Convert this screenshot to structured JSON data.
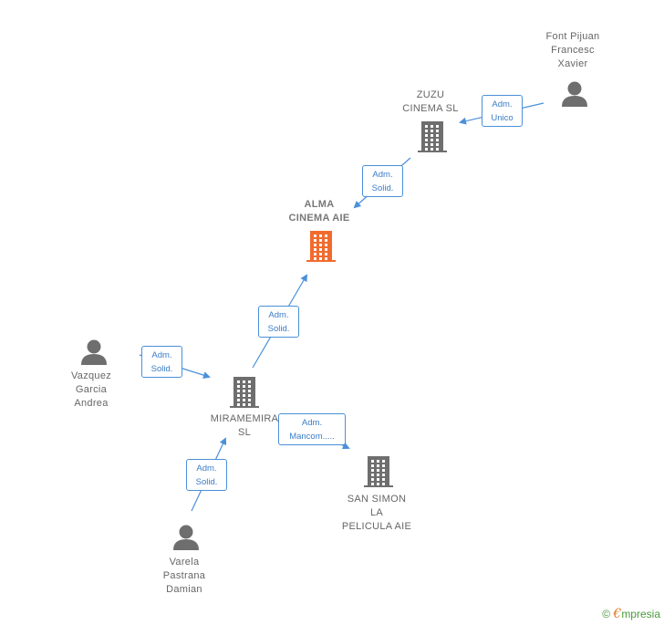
{
  "nodes": {
    "font_pijuan": {
      "type": "person",
      "label": "Font Pijuan\nFrancesc\nXavier"
    },
    "zuzu": {
      "type": "company",
      "label": "ZUZU\nCINEMA  SL"
    },
    "alma": {
      "type": "company",
      "label": "ALMA\nCINEMA AIE",
      "highlight": true
    },
    "vazquez": {
      "type": "person",
      "label": "Vazquez\nGarcia\nAndrea"
    },
    "miramemira": {
      "type": "company",
      "label": "MIRAMEMIRA\nSL"
    },
    "san_simon": {
      "type": "company",
      "label": "SAN SIMON\nLA\nPELICULA AIE"
    },
    "varela": {
      "type": "person",
      "label": "Varela\nPastrana\nDamian"
    }
  },
  "edges": [
    {
      "from": "font_pijuan",
      "to": "zuzu",
      "label": "Adm.\nUnico"
    },
    {
      "from": "zuzu",
      "to": "alma",
      "label": "Adm.\nSolid."
    },
    {
      "from": "miramemira",
      "to": "alma",
      "label": "Adm.\nSolid."
    },
    {
      "from": "vazquez",
      "to": "miramemira",
      "label": "Adm.\nSolid."
    },
    {
      "from": "miramemira",
      "to": "san_simon",
      "label": "Adm.\nMancom....."
    },
    {
      "from": "varela",
      "to": "miramemira",
      "label": "Adm.\nSolid."
    }
  ],
  "colors": {
    "company": "#6e6e6e",
    "highlight": "#f26b2e",
    "person": "#6e6e6e",
    "edge": "#4a90d9"
  },
  "footer": {
    "copyright": "©",
    "brand_e": "€",
    "brand_rest": "mpresia"
  }
}
